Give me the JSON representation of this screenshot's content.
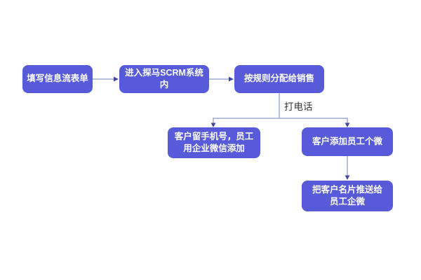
{
  "colors": {
    "canvas_bg": "#ffffff",
    "node_fill": "#575ad9",
    "node_text": "#ffffff",
    "connector": "#9fabd4",
    "arrowhead": "#3f4aa8",
    "edge_label_text": "#333333"
  },
  "diagram": {
    "type": "flowchart",
    "nodes": [
      {
        "id": "fill-info-form",
        "label": "填写信息流表单"
      },
      {
        "id": "enter-scrm-system",
        "label": "进入探马SCRM系统内"
      },
      {
        "id": "assign-to-sales",
        "label": "按规则分配给销售"
      },
      {
        "id": "customer-leaves-phone-add-wecom",
        "label": "客户留手机号，员工\n用企业微信添加"
      },
      {
        "id": "customer-adds-personal-wechat",
        "label": "客户添加员工个微"
      },
      {
        "id": "push-business-card-to-wecom",
        "label": "把客户名片推送给\n员工企微"
      }
    ],
    "edges": {
      "list": [
        {
          "from": "fill-info-form",
          "to": "enter-scrm-system"
        },
        {
          "from": "enter-scrm-system",
          "to": "assign-to-sales"
        },
        {
          "from": "assign-to-sales",
          "to": "customer-leaves-phone-add-wecom"
        },
        {
          "from": "assign-to-sales",
          "to": "customer-adds-personal-wechat"
        },
        {
          "from": "customer-adds-personal-wechat",
          "to": "push-business-card-to-wecom"
        }
      ],
      "call_label": "打电话"
    }
  }
}
